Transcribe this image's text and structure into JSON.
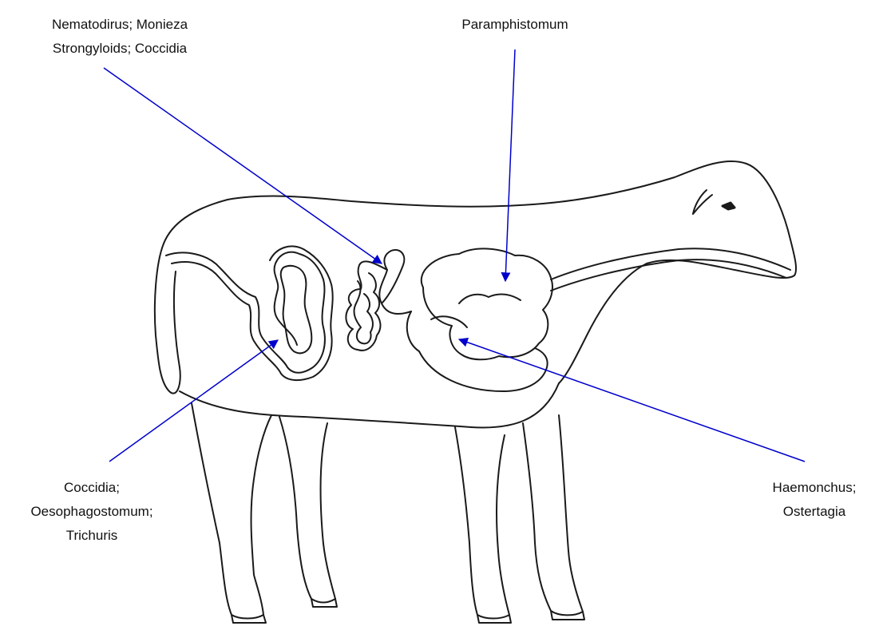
{
  "diagram": {
    "labels": {
      "small_intestine": {
        "line1": "Nematodirus; Monieza",
        "line2": "Strongyloids; Coccidia"
      },
      "rumen": {
        "line1": "Paramphistomum"
      },
      "large_intestine": {
        "line1": "Coccidia;",
        "line2": "Oesophagostomum;",
        "line3": "Trichuris"
      },
      "abomasum": {
        "line1": "Haemonchus;",
        "line2": "Ostertagia"
      }
    },
    "colors": {
      "outline": "#1a1a1a",
      "arrow": "#0000cc",
      "background": "#ffffff"
    }
  }
}
